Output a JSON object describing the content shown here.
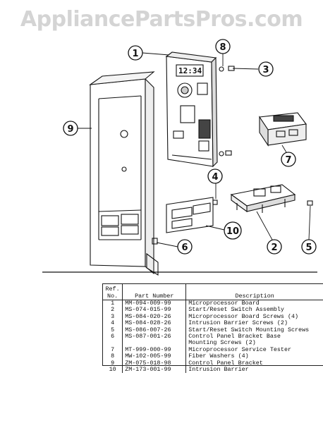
{
  "watermark": "AppliancePartsPros.com",
  "board_display": "12:34",
  "callouts": [
    {
      "ref": "1"
    },
    {
      "ref": "2"
    },
    {
      "ref": "3"
    },
    {
      "ref": "4"
    },
    {
      "ref": "5"
    },
    {
      "ref": "6"
    },
    {
      "ref": "7"
    },
    {
      "ref": "8"
    },
    {
      "ref": "9"
    },
    {
      "ref": "10"
    }
  ],
  "table": {
    "headers": {
      "ref_line1": "Ref.",
      "ref_line2": "No.",
      "part_number": "Part Number",
      "description": "Description"
    },
    "rows": [
      {
        "ref": "1",
        "part_number": "MM-094-009-99",
        "description": "Microprocessor Board"
      },
      {
        "ref": "2",
        "part_number": "MS-074-015-99",
        "description": "Start/Reset Switch Assembly"
      },
      {
        "ref": "3",
        "part_number": "MS-084-020-26",
        "description": "Microprocessor Board Screws (4)"
      },
      {
        "ref": "4",
        "part_number": "MS-084-028-26",
        "description": "Intrusion Barrier Screws (2)"
      },
      {
        "ref": "5",
        "part_number": "MS-086-007-26",
        "description": "Start/Reset Switch Mounting Screws"
      },
      {
        "ref": "6",
        "part_number": "MS-087-001-26",
        "description": "Control Panel Bracket Base"
      },
      {
        "ref": "",
        "part_number": "",
        "description": "Mounting Screws (2)"
      },
      {
        "ref": "7",
        "part_number": "MT-999-000-99",
        "description": "Microprocessor Service Tester"
      },
      {
        "ref": "8",
        "part_number": "MW-102-005-99",
        "description": "Fiber Washers (4)"
      },
      {
        "ref": "9",
        "part_number": "ZM-075-018-98",
        "description": "Control Panel Bracket"
      },
      {
        "ref": "10",
        "part_number": "ZM-173-001-99",
        "description": "Intrusion Barrier"
      }
    ]
  }
}
